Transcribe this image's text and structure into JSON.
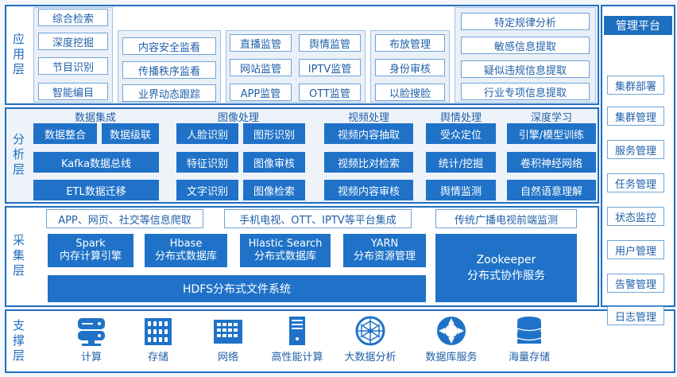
{
  "layers": {
    "app": "应用层",
    "analysis": "分析层",
    "collect": "采集层",
    "support": "支撑层"
  },
  "app_layer": {
    "col1": [
      "综合检索",
      "深度挖掘",
      "节目识别",
      "智能编目"
    ],
    "col2": [
      "内容安全监看",
      "传播秩序监看",
      "业界动态跟踪"
    ],
    "col3": [
      "直播监管",
      "舆情监管",
      "网站监管",
      "IPTV监管",
      "APP监管",
      "OTT监管"
    ],
    "col4": [
      "布放管理",
      "身份审核",
      "以脸搜脸"
    ],
    "col5": [
      "特定规律分析",
      "敏感信息提取",
      "疑似违规信息提取",
      "行业专项信息提取"
    ]
  },
  "analysis_layer": {
    "groups": [
      {
        "title": "数据集成",
        "items": [
          "数据整合",
          "数据级联",
          "Kafka数据总线",
          "ETL数据迁移"
        ]
      },
      {
        "title": "图像处理",
        "items": [
          "人脸识别",
          "图形识别",
          "特征识别",
          "图像审核",
          "文字识别",
          "图像检索"
        ]
      },
      {
        "title": "视频处理",
        "items": [
          "视频内容抽取",
          "视频比对检索",
          "视频内容审核"
        ]
      },
      {
        "title": "舆情处理",
        "items": [
          "受众定位",
          "统计/挖掘",
          "舆情监测"
        ]
      },
      {
        "title": "深度学习",
        "items": [
          "引擎/模型训练",
          "卷积神经网络",
          "自然语意理解"
        ]
      }
    ]
  },
  "collect_layer": {
    "top": [
      "APP、网页、社交等信息爬取",
      "手机电视、OTT、IPTV等平台集成",
      "传统广播电视前端监测"
    ],
    "engines": [
      {
        "l1": "Spark",
        "l2": "内存计算引擎"
      },
      {
        "l1": "Hbase",
        "l2": "分布式数据库"
      },
      {
        "l1": "Hlastic Search",
        "l2": "分布式数据库"
      },
      {
        "l1": "YARN",
        "l2": "分布资源管理"
      }
    ],
    "zookeeper": {
      "l1": "Zookeeper",
      "l2": "分布式协作服务"
    },
    "hdfs": "HDFS分布式文件系统"
  },
  "support_layer": {
    "items": [
      "计算",
      "存储",
      "网络",
      "高性能计算",
      "大数据分析",
      "数据库服务",
      "海量存储"
    ]
  },
  "management": {
    "title": "管理平台",
    "items": [
      "集群部署",
      "集群管理",
      "服务管理",
      "任务管理",
      "状态监控",
      "用户管理",
      "告警管理",
      "日志管理"
    ]
  },
  "icons": [
    "server-icon",
    "storage-icon",
    "network-icon",
    "hpc-icon",
    "bigdata-icon",
    "database-service-icon",
    "mass-storage-icon"
  ]
}
